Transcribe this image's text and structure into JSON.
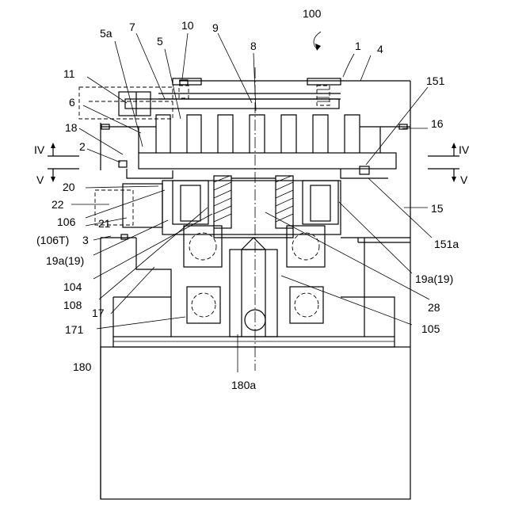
{
  "figure": {
    "labels": {
      "l100": "100",
      "l1": "1",
      "l4": "4",
      "l5a": "5a",
      "l7": "7",
      "l10": "10",
      "l9": "9",
      "l5": "5",
      "l8": "8",
      "l151": "151",
      "l11": "11",
      "l6": "6",
      "l16": "16",
      "l18": "18",
      "l2": "2",
      "lIV_left": "IV",
      "lIV_right": "IV",
      "lV_left": "V",
      "lV_right": "V",
      "l20": "20",
      "l22": "22",
      "l15": "15",
      "l106": "106",
      "l21": "21",
      "l106T": "(106T)",
      "l3": "3",
      "l151a": "151a",
      "l19a_left": "19a(19)",
      "l19a_right": "19a(19)",
      "l104": "104",
      "l108": "108",
      "l28": "28",
      "l17": "17",
      "l105": "105",
      "l171": "171",
      "l180": "180",
      "l180a": "180a"
    }
  }
}
